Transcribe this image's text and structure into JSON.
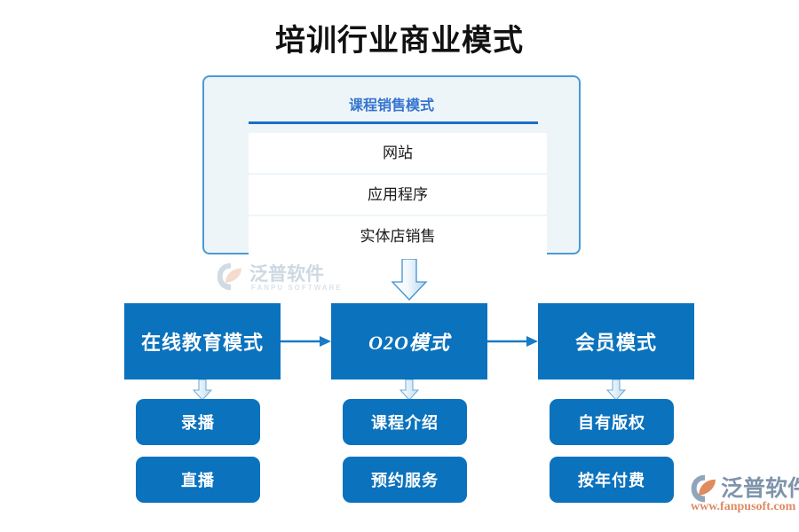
{
  "page": {
    "title": "培训行业商业模式"
  },
  "sales_card": {
    "header": "课程销售模式",
    "rows": [
      {
        "label": "网站"
      },
      {
        "label": "应用程序"
      },
      {
        "label": "实体店销售"
      }
    ]
  },
  "modes": [
    {
      "label": "在线教育模式",
      "italic": false
    },
    {
      "label": "O2O模式",
      "italic": true
    },
    {
      "label": "会员模式",
      "italic": false
    }
  ],
  "leaves": [
    {
      "column": 0,
      "items": [
        "录播",
        "直播"
      ]
    },
    {
      "column": 1,
      "items": [
        "课程介绍",
        "预约服务"
      ]
    },
    {
      "column": 2,
      "items": [
        "自有版权",
        "按年付费"
      ]
    }
  ],
  "leaf_flat": [
    "录播",
    "课程介绍",
    "自有版权",
    "直播",
    "预约服务",
    "按年付费"
  ],
  "watermark": {
    "cn": "泛普软件",
    "en": "FANPU SOFTWARE"
  },
  "brand_logo": {
    "cn": "泛普软件",
    "url": "www.fanpusoft.com"
  },
  "colors": {
    "box_blue": "#0b72bd",
    "card_bg": "#eef5f9",
    "card_border": "#4a9ad4",
    "header_blue": "#3574cf",
    "divider_blue": "#1a6fc4",
    "arrow_blue": "#1a7ac4",
    "logo_orange": "#e08a63",
    "logo_gray_blue": "#7f94ab"
  },
  "chart_data": {
    "type": "diagram",
    "title": "培训行业商业模式",
    "nodes": [
      {
        "id": "card",
        "label": "课程销售模式",
        "children": [
          "网站",
          "应用程序",
          "实体店销售"
        ]
      },
      {
        "id": "mode0",
        "label": "在线教育模式",
        "children": [
          "录播",
          "直播"
        ]
      },
      {
        "id": "mode1",
        "label": "O2O模式",
        "children": [
          "课程介绍",
          "预约服务"
        ]
      },
      {
        "id": "mode2",
        "label": "会员模式",
        "children": [
          "自有版权",
          "按年付费"
        ]
      }
    ],
    "edges": [
      {
        "from": "card",
        "to": "mode1",
        "direction": "down"
      },
      {
        "from": "mode0",
        "to": "mode1",
        "direction": "right"
      },
      {
        "from": "mode1",
        "to": "mode2",
        "direction": "right"
      },
      {
        "from": "mode0",
        "to": "录播/直播",
        "direction": "down"
      },
      {
        "from": "mode1",
        "to": "课程介绍/预约服务",
        "direction": "down"
      },
      {
        "from": "mode2",
        "to": "自有版权/按年付费",
        "direction": "down"
      }
    ]
  }
}
